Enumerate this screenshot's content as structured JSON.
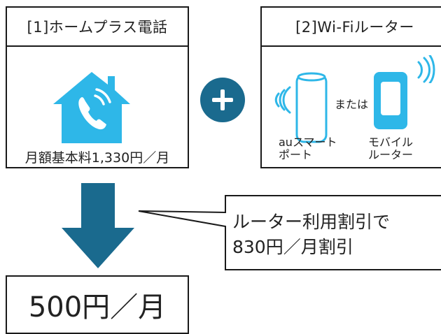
{
  "left_panel": {
    "title": "[1]ホームプラス電話",
    "price": "月額基本料1,330円／月",
    "icon": "house-phone-icon"
  },
  "plus_icon": "plus-icon",
  "right_panel": {
    "title": "[2]Wi-Fiルーター",
    "or_label": "または",
    "home_device_label_line1": "auスマート",
    "home_device_label_line2": "ポート",
    "mobile_device_label_line1": "モバイル",
    "mobile_device_label_line2": "ルーター"
  },
  "callout": {
    "line1": "ルーター利用割引で",
    "line2": "830円／月割引"
  },
  "result": {
    "label": "500円／月"
  },
  "colors": {
    "primary": "#1a6a8e",
    "accent": "#2eb7e8",
    "border": "#1a1a1a"
  }
}
